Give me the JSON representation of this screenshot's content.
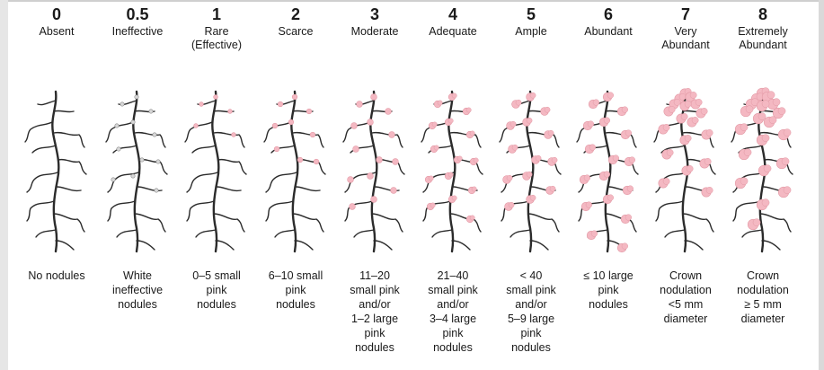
{
  "colors": {
    "root_stroke": "#2b2b2b",
    "nodule_pink": "#f4b8c2",
    "nodule_white": "#d8d8d8"
  },
  "columns": [
    {
      "score": "0",
      "label": [
        "Absent"
      ],
      "desc": [
        "No nodules"
      ],
      "nodule": "none",
      "nodule_count": 0,
      "nodule_size": 0
    },
    {
      "score": "0.5",
      "label": [
        "Ineffective"
      ],
      "desc": [
        "White",
        "ineffective",
        "nodules"
      ],
      "nodule": "white",
      "nodule_count": 12,
      "nodule_size": 2.2
    },
    {
      "score": "1",
      "label": [
        "Rare",
        "(Effective)"
      ],
      "desc": [
        "0–5 small",
        "pink",
        "nodules"
      ],
      "nodule": "pink",
      "nodule_count": 5,
      "nodule_size": 2.4
    },
    {
      "score": "2",
      "label": [
        "Scarce"
      ],
      "desc": [
        "6–10 small",
        "pink",
        "nodules"
      ],
      "nodule": "pink",
      "nodule_count": 9,
      "nodule_size": 2.8
    },
    {
      "score": "3",
      "label": [
        "Moderate"
      ],
      "desc": [
        "11–20",
        "small pink",
        "and/or",
        "1–2 large",
        "pink",
        "nodules"
      ],
      "nodule": "pink",
      "nodule_count": 14,
      "nodule_size": 3.4
    },
    {
      "score": "4",
      "label": [
        "Adequate"
      ],
      "desc": [
        "21–40",
        "small pink",
        "and/or",
        "3–4 large",
        "pink",
        "nodules"
      ],
      "nodule": "pink",
      "nodule_count": 15,
      "nodule_size": 3.8
    },
    {
      "score": "5",
      "label": [
        "Ample"
      ],
      "desc": [
        "< 40",
        "small pink",
        "and/or",
        "5–9 large",
        "pink",
        "nodules"
      ],
      "nodule": "pink",
      "nodule_count": 14,
      "nodule_size": 4.4
    },
    {
      "score": "6",
      "label": [
        "Abundant"
      ],
      "desc": [
        "≤ 10 large",
        "pink",
        "nodules"
      ],
      "nodule": "pink",
      "nodule_count": 17,
      "nodule_size": 4.8
    },
    {
      "score": "7",
      "label": [
        "Very",
        "Abundant"
      ],
      "desc": [
        "Crown",
        "nodulation",
        "<5 mm",
        "diameter"
      ],
      "nodule": "pink",
      "nodule_count": 18,
      "nodule_size": 5.2
    },
    {
      "score": "8",
      "label": [
        "Extremely",
        "Abundant"
      ],
      "desc": [
        "Crown",
        "nodulation",
        "≥ 5 mm",
        "diameter"
      ],
      "nodule": "pink",
      "nodule_count": 20,
      "nodule_size": 5.8
    }
  ]
}
